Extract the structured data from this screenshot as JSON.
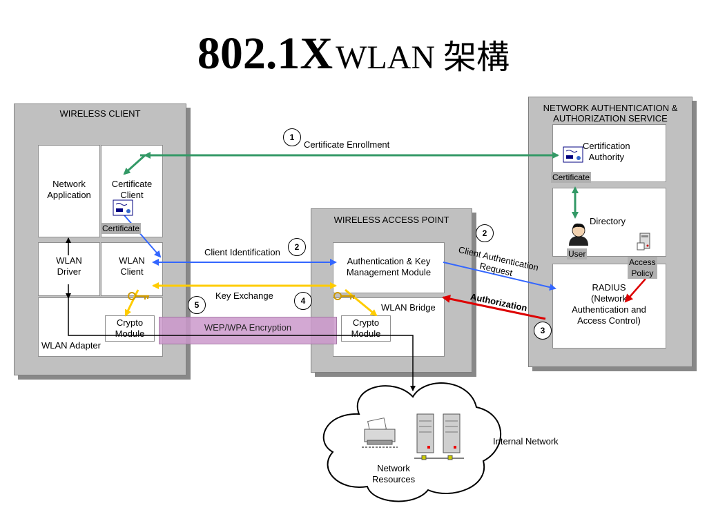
{
  "title": {
    "main": "802.1X",
    "sub": "WLAN 架構"
  },
  "wireless_client": {
    "title": "WIRELESS CLIENT",
    "network_application": "Network\nApplication",
    "certificate_client": "Certificate\nClient",
    "certificate_tag": "Certificate",
    "wlan_driver": "WLAN\nDriver",
    "wlan_client": "WLAN\nClient",
    "crypto_module": "Crypto\nModule",
    "wlan_adapter": "WLAN Adapter"
  },
  "access_point": {
    "title": "WIRELESS ACCESS POINT",
    "auth_module": "Authentication & Key\nManagement Module",
    "wlan_bridge": "WLAN Bridge",
    "crypto_module": "Crypto\nModule"
  },
  "auth_service": {
    "title": "NETWORK AUTHENTICATION &\nAUTHORIZATION SERVICE",
    "certification_authority": "Certification\nAuthority",
    "certificate_tag": "Certificate",
    "directory": "Directory",
    "user_tag": "User",
    "access_policy_tag": "Access\nPolicy",
    "radius": "RADIUS\n(Network\nAuthentication and\nAccess Control)"
  },
  "flows": {
    "step1": "1",
    "certificate_enrollment": "Certificate Enrollment",
    "step2a": "2",
    "client_identification": "Client Identification",
    "step2b": "2",
    "client_auth_request": "Client Authentication\nRequest",
    "authorization": "Authorization",
    "step3": "3",
    "key_exchange": "Key Exchange",
    "step4": "4",
    "step5": "5",
    "wep_wpa": "WEP/WPA Encryption"
  },
  "network": {
    "internal_network": "Internal Network",
    "network_resources": "Network\nResources"
  },
  "colors": {
    "green": "#339966",
    "blue": "#3366ff",
    "red": "#dd0000",
    "yellow": "#ffcc00",
    "panel": "#c0c0c0",
    "encryption": "#cc99cc"
  }
}
